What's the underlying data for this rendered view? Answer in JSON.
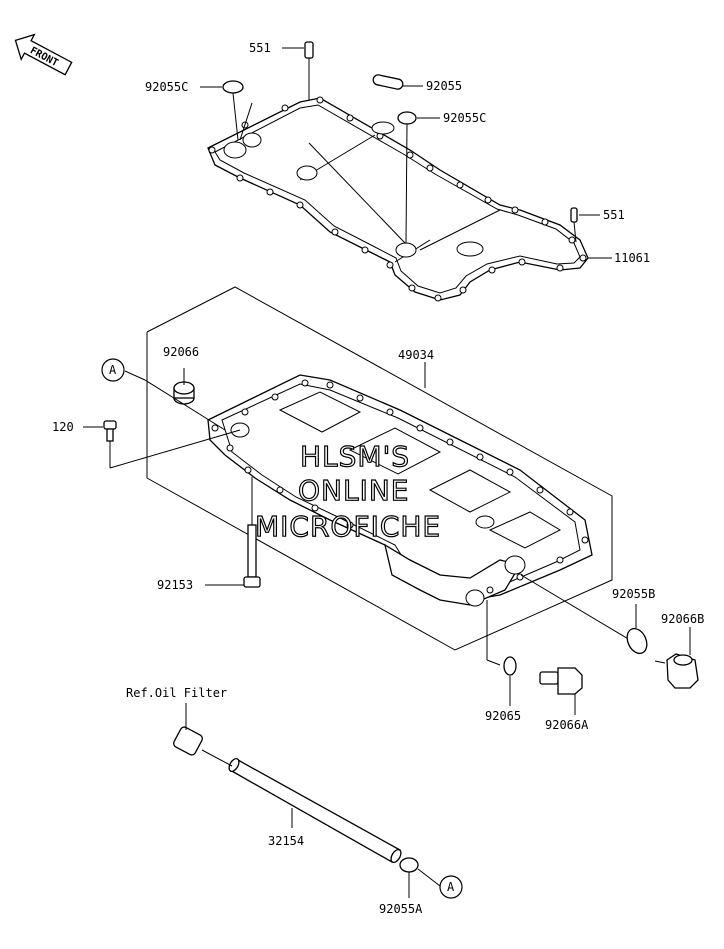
{
  "front_arrow": {
    "text": "FRONT"
  },
  "callouts": {
    "a_top": "A",
    "a_bottom": "A"
  },
  "labels": {
    "p551_top": "551",
    "p92055c_left": "92055C",
    "p92055": "92055",
    "p92055c_right": "92055C",
    "p551_right": "551",
    "p11061": "11061",
    "p92066": "92066",
    "p49034": "49034",
    "p120": "120",
    "p92153": "92153",
    "p92055b": "92055B",
    "p92066b": "92066B",
    "p92065": "92065",
    "p92066a": "92066A",
    "ref_oil_filter": "Ref.Oil Filter",
    "p32154": "32154",
    "p92055a": "92055A"
  },
  "watermark": {
    "line1": "HLSM'S",
    "line2": "ONLINE",
    "line3": "MICROFICHE"
  }
}
